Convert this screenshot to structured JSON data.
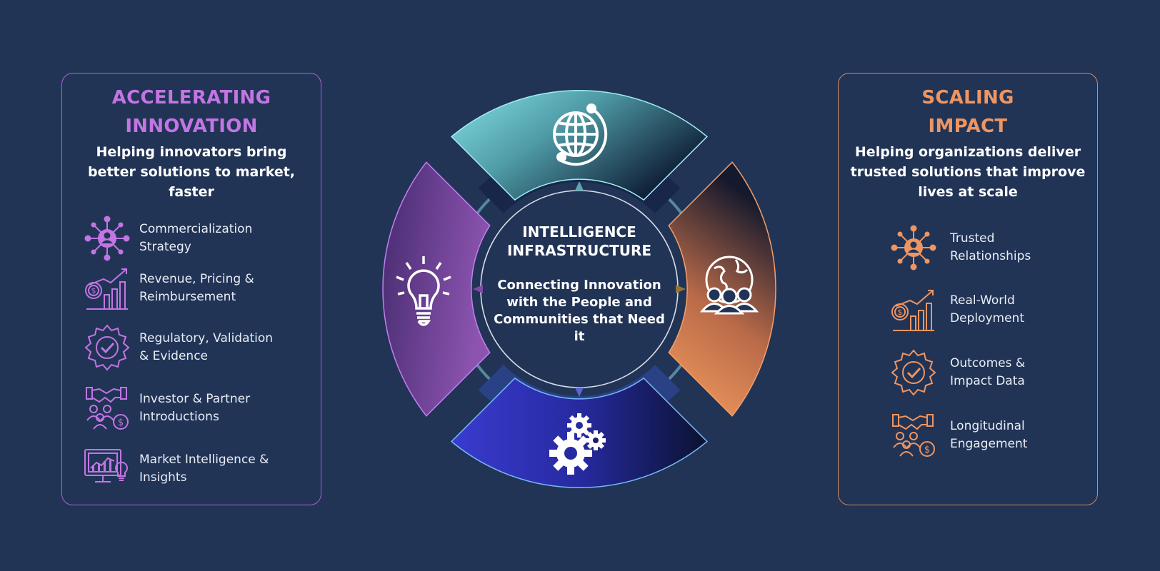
{
  "left_panel": {
    "title": "ACCELERATING\nINNOVATION",
    "subtitle": "Helping innovators bring better solutions to market, faster",
    "accent": "#c275e3",
    "items": [
      {
        "label": "Commercialization\nStrategy",
        "icon": "network-person-icon"
      },
      {
        "label": "Revenue, Pricing &\nReimbursement",
        "icon": "revenue-chart-icon"
      },
      {
        "label": "Regulatory, Validation\n& Evidence",
        "icon": "badge-check-icon"
      },
      {
        "label": "Investor & Partner\nIntroductions",
        "icon": "handshake-people-icon"
      },
      {
        "label": "Market Intelligence &\nInsights",
        "icon": "market-monitor-icon"
      }
    ]
  },
  "right_panel": {
    "title": "SCALING\nIMPACT",
    "subtitle": "Helping organizations deliver trusted solutions that improve lives at scale",
    "accent": "#ef9561",
    "items": [
      {
        "label": "Trusted\nRelationships",
        "icon": "network-person-icon"
      },
      {
        "label": "Real-World\nDeployment",
        "icon": "revenue-chart-icon"
      },
      {
        "label": "Outcomes &\nImpact Data",
        "icon": "badge-check-icon"
      },
      {
        "label": "Longitudinal\nEngagement",
        "icon": "handshake-people-icon"
      }
    ]
  },
  "center": {
    "title": "INTELLIGENCE\nINFRASTRUCTURE",
    "subtitle": "Connecting Innovation with the People and Communities that Need it"
  },
  "segments": [
    {
      "position": "top",
      "icon": "globe-icon",
      "colors": [
        "#82dde4",
        "#0d1b33"
      ]
    },
    {
      "position": "right",
      "icon": "world-community-icon",
      "colors": [
        "#f39a5f",
        "#14192e"
      ]
    },
    {
      "position": "bottom",
      "icon": "gears-icon",
      "colors": [
        "#3c3ccc",
        "#0b1230"
      ]
    },
    {
      "position": "left",
      "icon": "lightbulb-icon",
      "colors": [
        "#8b52ad",
        "#452a6e"
      ]
    }
  ],
  "background": "#213456"
}
